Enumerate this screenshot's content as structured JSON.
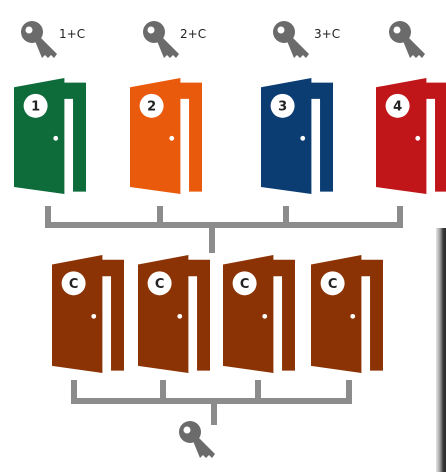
{
  "colors": {
    "line": "#8c8c8c",
    "key": "#6b6b6b",
    "badge_fill": "#ffffff",
    "badge_text": "#222222",
    "photo_dark": "#3a3a3a",
    "photo_light": "#e6e6e6"
  },
  "top_doors": [
    {
      "label": "1",
      "key_label": "1+C",
      "color": "#0e6b3a"
    },
    {
      "label": "2",
      "key_label": "2+C",
      "color": "#ea5a0c"
    },
    {
      "label": "3",
      "key_label": "3+C",
      "color": "#0b3d73"
    },
    {
      "label": "4",
      "key_label": "",
      "color": "#c0161a"
    }
  ],
  "bottom_doors": [
    {
      "label": "C",
      "color": "#8c3306"
    },
    {
      "label": "C",
      "color": "#8c3306"
    },
    {
      "label": "C",
      "color": "#8c3306"
    },
    {
      "label": "C",
      "color": "#8c3306"
    }
  ],
  "master_key": {
    "icon": "key-icon"
  },
  "icons": {
    "key": "key-icon",
    "door": "door-icon"
  }
}
